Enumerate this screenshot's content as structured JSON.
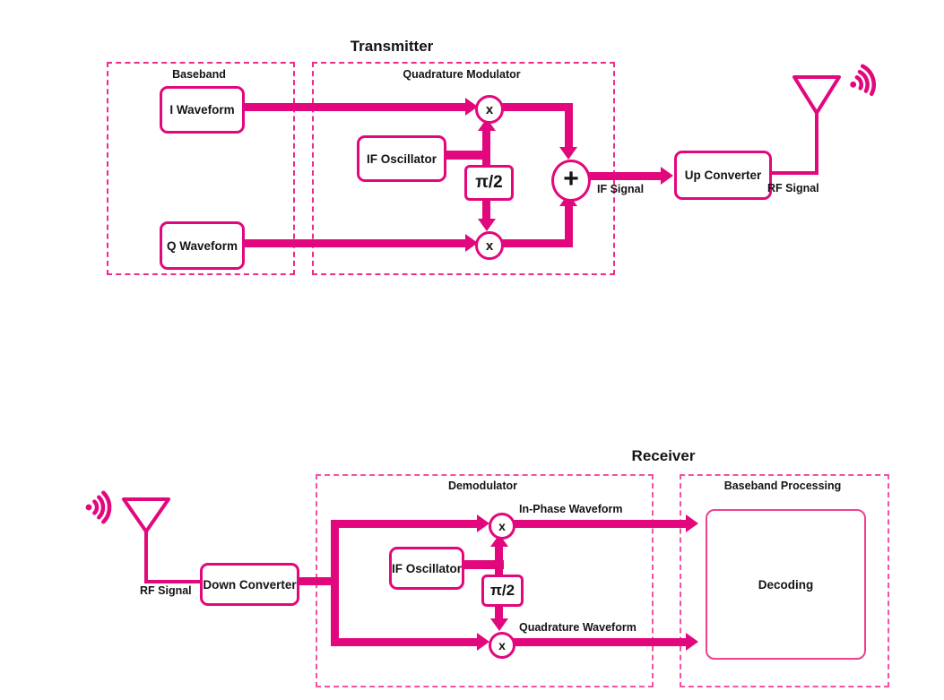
{
  "colors": {
    "solid": "#E3077D",
    "dash_tx": "#EC2B8C",
    "dash_rx": "#F351A1",
    "text": "#141414"
  },
  "tx": {
    "title": "Transmitter",
    "baseband_label": "Baseband",
    "qm_label": "Quadrature Modulator",
    "i_waveform": "I Waveform",
    "q_waveform": "Q Waveform",
    "if_oscillator": "IF Oscillator",
    "phase_shift": "π/2",
    "mult": "x",
    "adder": "+",
    "if_signal": "IF Signal",
    "up_converter": "Up Converter",
    "rf_signal": "RF Signal"
  },
  "rx": {
    "title": "Receiver",
    "rf_signal": "RF Signal",
    "down_converter": "Down Converter",
    "demod_label": "Demodulator",
    "if_oscillator": "IF Oscillator",
    "phase_shift": "π/2",
    "mult": "x",
    "in_phase": "In-Phase Waveform",
    "quadrature": "Quadrature Waveform",
    "bp_label": "Baseband Processing",
    "decoding": "Decoding"
  }
}
